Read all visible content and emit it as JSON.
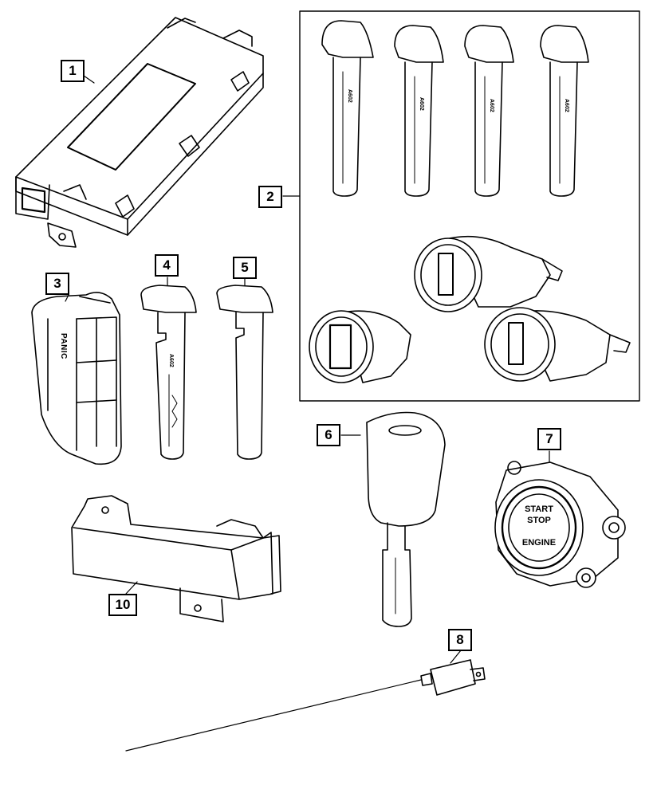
{
  "callouts": {
    "c1": "1",
    "c2": "2",
    "c3": "3",
    "c4": "4",
    "c5": "5",
    "c6": "6",
    "c7": "7",
    "c8": "8",
    "c10": "10"
  },
  "fob": {
    "panic_label": "PANIC"
  },
  "key_code": "A602",
  "start_button": {
    "line1": "START",
    "line2": "STOP",
    "line3": "ENGINE"
  }
}
